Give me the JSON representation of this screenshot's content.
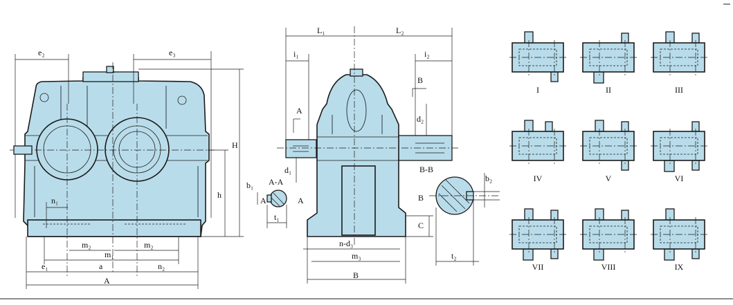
{
  "colors": {
    "housing_fill": "#b9dcea",
    "line": "#1a1a1a"
  },
  "front_view": {
    "labels": {
      "e2": "e₂",
      "e3": "e₃",
      "H": "H",
      "h": "h",
      "n1": "n₁",
      "m2_left": "m₂",
      "m2_right": "m₂",
      "m1": "m₁",
      "e1": "e₁",
      "a": "a",
      "n2": "n₂",
      "A": "A"
    }
  },
  "side_view": {
    "labels": {
      "L1": "L₁",
      "L2": "L₂",
      "i1": "i₁",
      "i2": "i₂",
      "B_arrow": "B",
      "A_arrow": "A",
      "d2": "d₂",
      "d1": "d₁",
      "nd3": "n-d₃",
      "m3": "m₃",
      "B_width": "B",
      "C": "C"
    }
  },
  "section_aa": {
    "title": "A-A",
    "b1": "b₁",
    "t1": "t₁",
    "A_left": "A",
    "A_right": "A"
  },
  "section_bb": {
    "title": "B-B",
    "b2": "b₂",
    "t2": "t₂",
    "B_left": "B"
  },
  "assembly_types": [
    {
      "label": "I",
      "shafts": [
        "top-left",
        "bottom-right"
      ]
    },
    {
      "label": "II",
      "shafts": [
        "bottom-left",
        "top-right"
      ]
    },
    {
      "label": "III",
      "shafts": [
        "top-left",
        "top-right"
      ]
    },
    {
      "label": "IV",
      "shafts": [
        "top-left",
        "top-mid"
      ]
    },
    {
      "label": "V",
      "shafts": [
        "top-left",
        "top-right",
        "bottom-right"
      ]
    },
    {
      "label": "VI",
      "shafts": [
        "bottom-left",
        "top-right",
        "bottom-right"
      ]
    },
    {
      "label": "VII",
      "shafts": [
        "top-left",
        "bottom-left",
        "top-right",
        "bottom-right"
      ]
    },
    {
      "label": "VIII",
      "shafts": [
        "top-left",
        "bottom-left",
        "top-right"
      ]
    },
    {
      "label": "IX",
      "shafts": [
        "top-left",
        "bottom-left",
        "bottom-right"
      ]
    }
  ]
}
